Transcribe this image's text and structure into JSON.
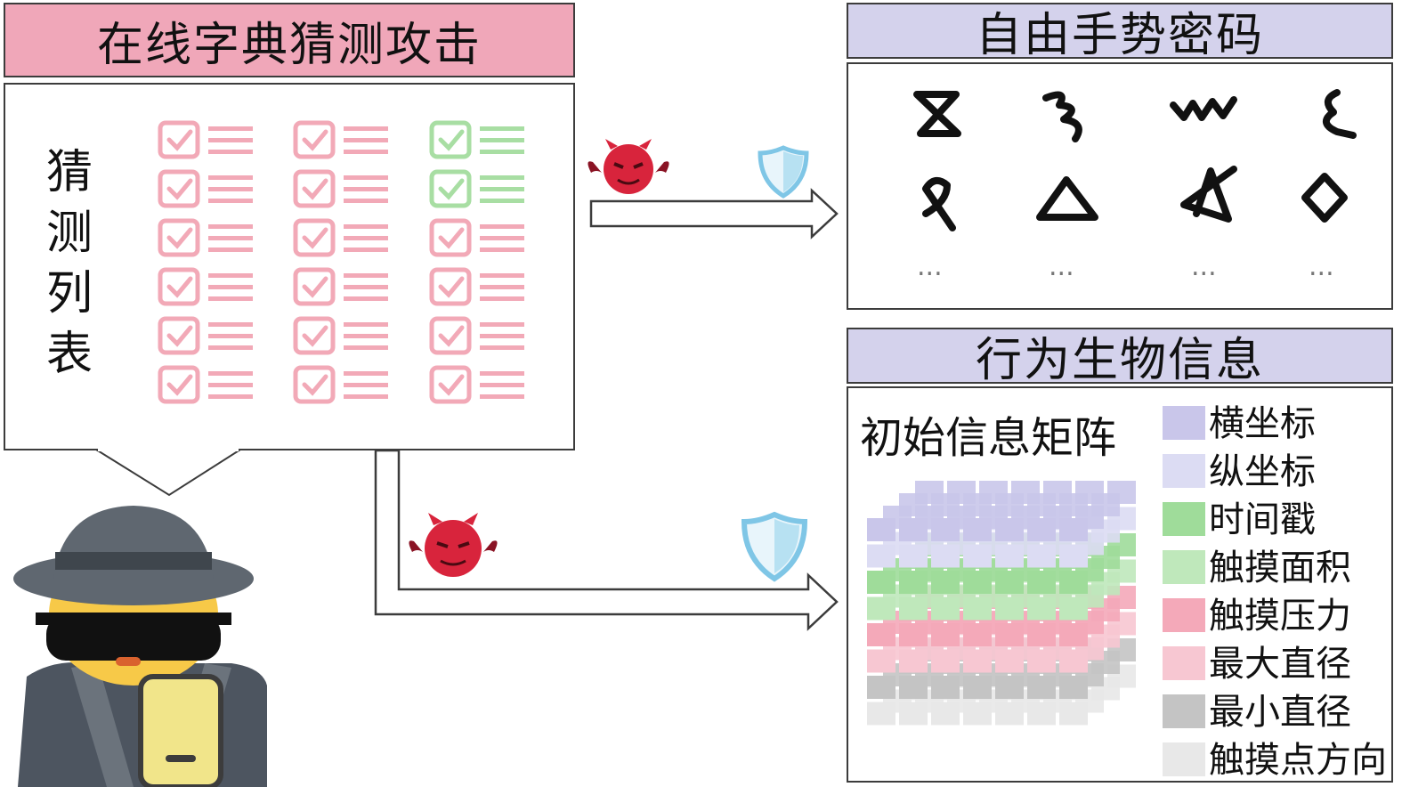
{
  "attack": {
    "title": "在线字典猜测攻击",
    "list_label": [
      "猜",
      "测",
      "列",
      "表"
    ]
  },
  "gesture": {
    "title": "自由手势密码",
    "ellipsis": "..."
  },
  "biometric": {
    "title": "行为生物信息",
    "matrix_title": "初始信息矩阵",
    "legend": [
      {
        "label": "横坐标",
        "color": "#c9c6ea"
      },
      {
        "label": "纵坐标",
        "color": "#dcdcf3"
      },
      {
        "label": "时间戳",
        "color": "#9fdc9a"
      },
      {
        "label": "触摸面积",
        "color": "#bfe8bb"
      },
      {
        "label": "触摸压力",
        "color": "#f4a9b9"
      },
      {
        "label": "最大直径",
        "color": "#f7c7d2"
      },
      {
        "label": "最小直径",
        "color": "#c4c4c4"
      },
      {
        "label": "触摸点方向",
        "color": "#e8e8e8"
      }
    ]
  },
  "colors": {
    "checklist_pink": "#f2a9b7",
    "checklist_green": "#a8dea3",
    "attacker_devil": "#d8243c",
    "shield": "#7fc6e6",
    "hat": "#5f6770",
    "coat": "#4d5560",
    "face": "#f7c948",
    "phone": "#f1e58a"
  },
  "icons": [
    "checklist-icon",
    "devil-icon",
    "shield-icon",
    "spy-icon",
    "gesture-icon"
  ]
}
